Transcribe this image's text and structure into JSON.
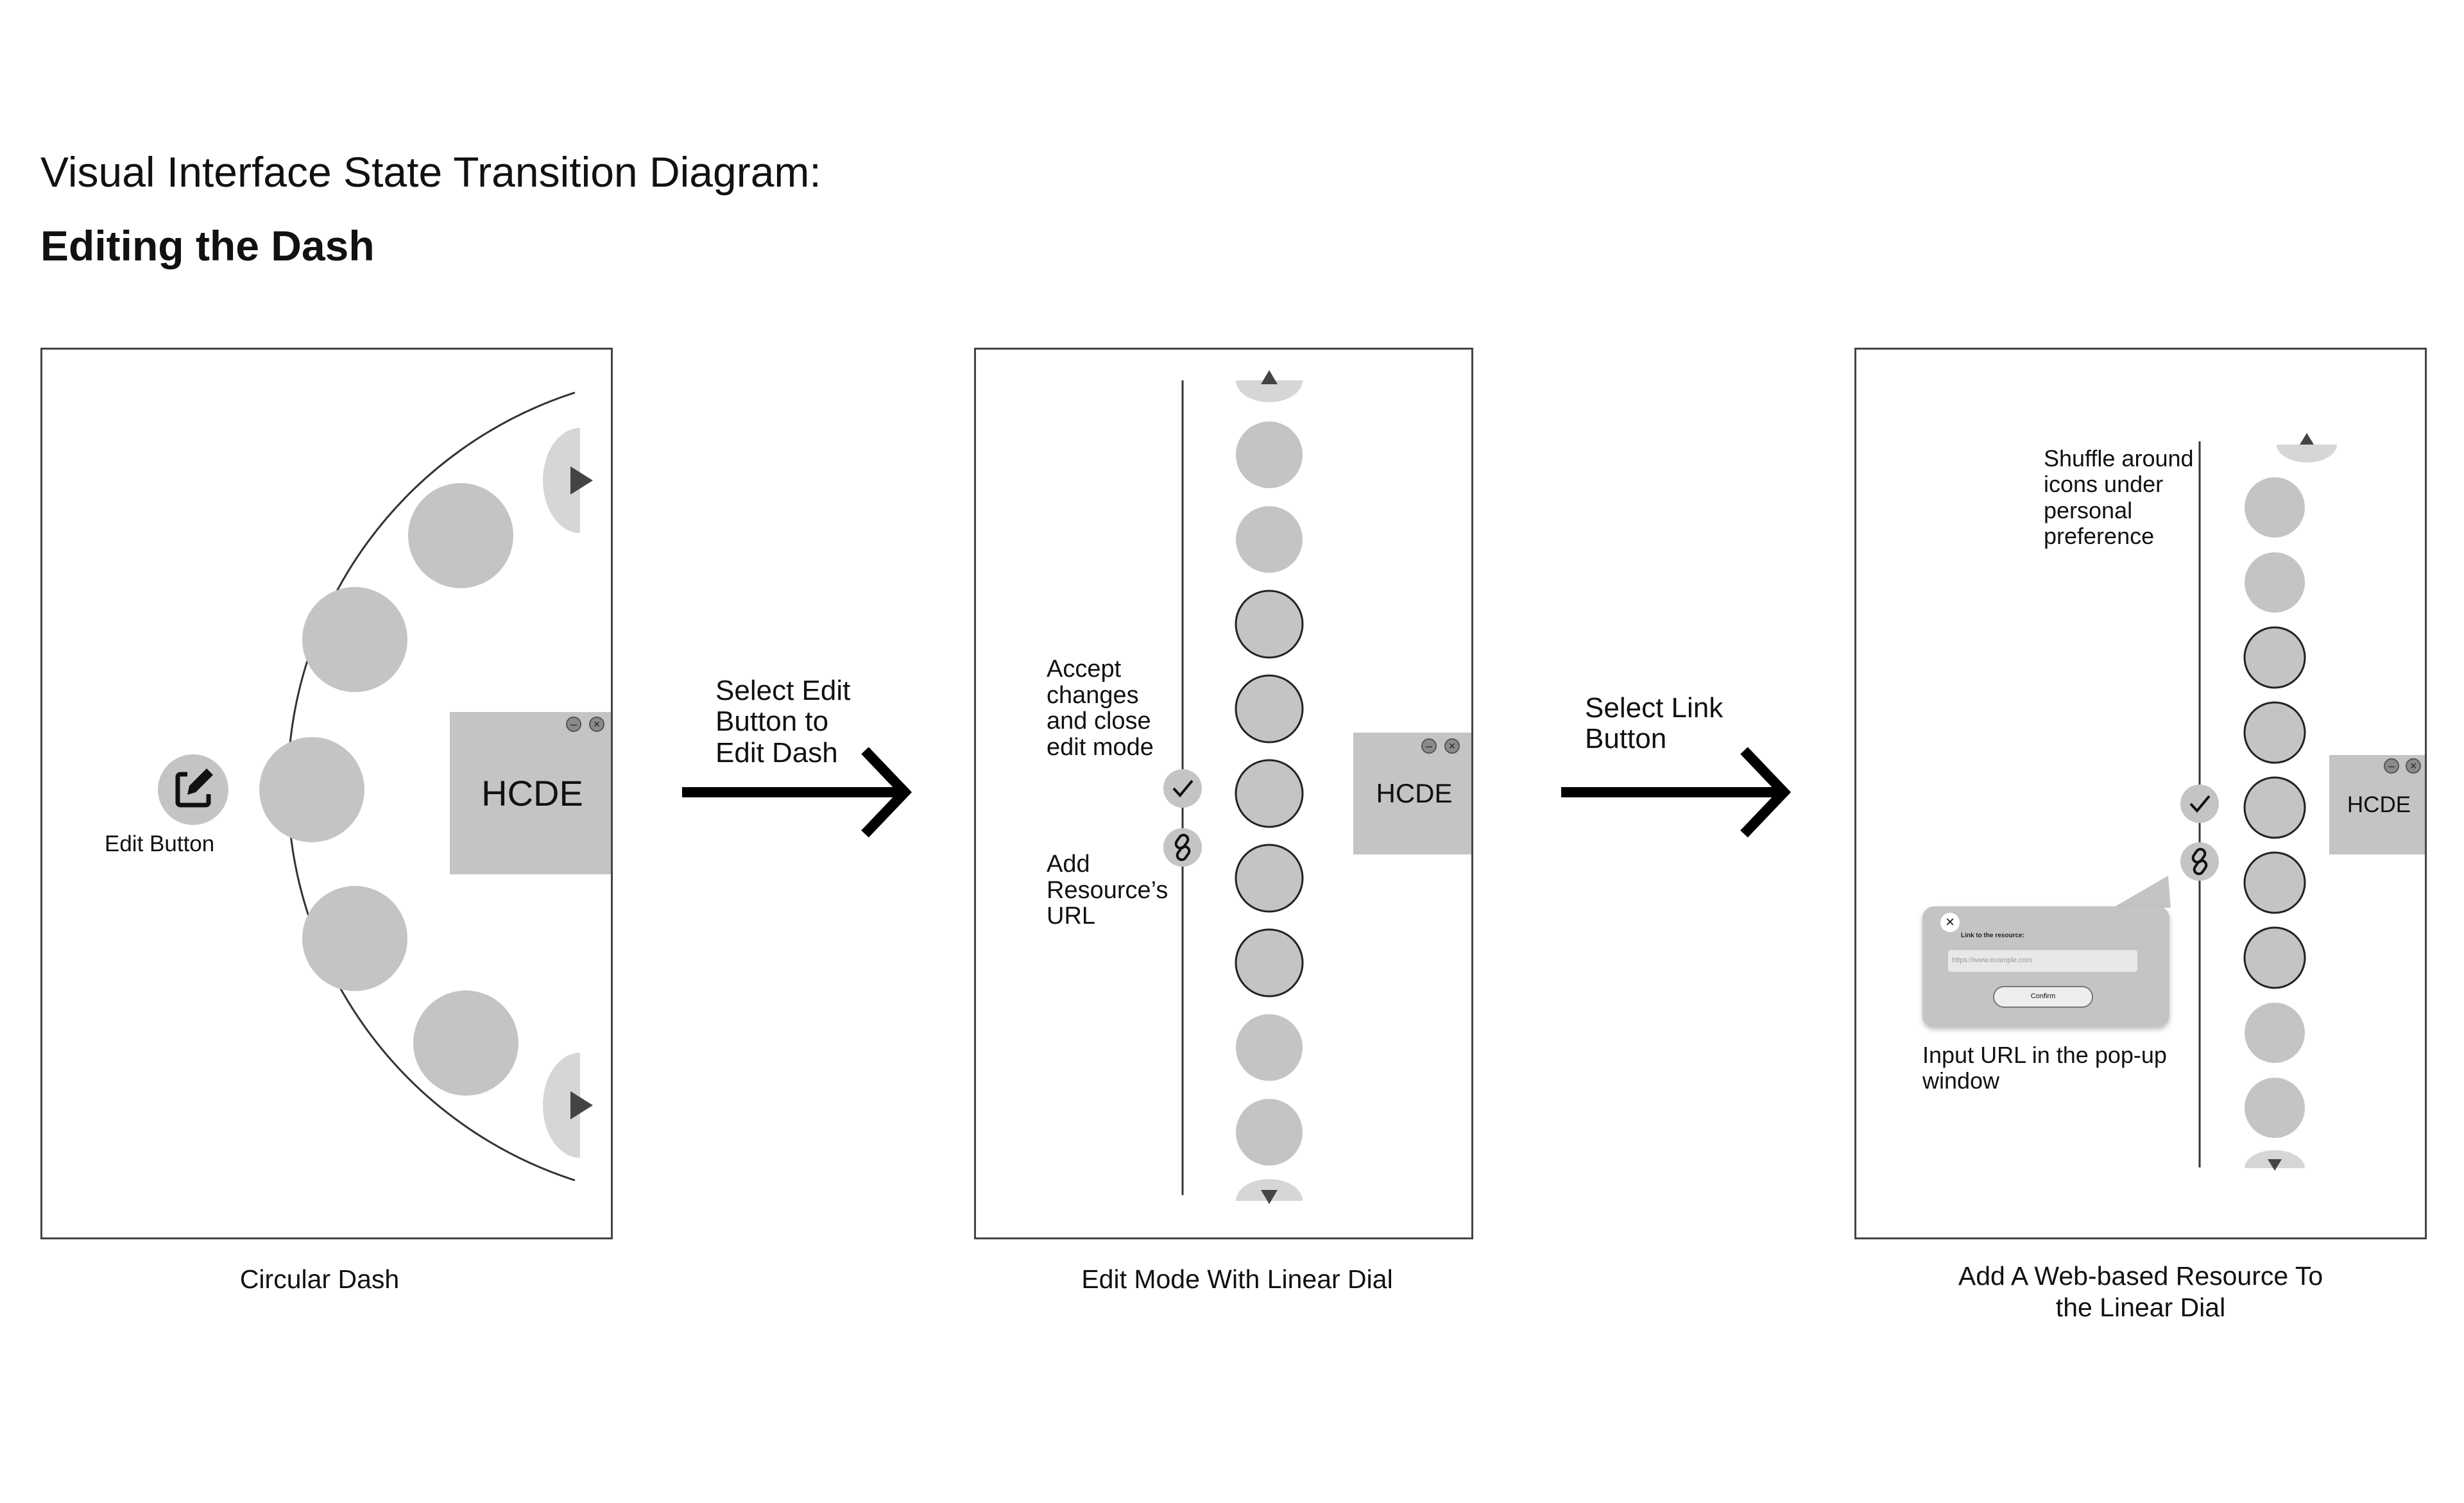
{
  "header": {
    "title": "Visual Interface State Transition Diagram:",
    "subtitle": "Editing the Dash"
  },
  "states": [
    {
      "caption": "Circular Dash",
      "hcde_label": "HCDE",
      "edit_button_label": "Edit Button"
    },
    {
      "caption": "Edit Mode With Linear Dial",
      "hcde_label": "HCDE",
      "accept_note": [
        "Accept",
        "changes",
        "and close",
        "edit mode"
      ],
      "link_note": [
        "Add",
        "Resource’s",
        "URL"
      ]
    },
    {
      "caption_lines": [
        "Add A Web-based Resource To",
        "the Linear Dial"
      ],
      "hcde_label": "HCDE",
      "shuffle_note": [
        "Shuffle around",
        "icons under",
        "personal",
        "preference"
      ],
      "popup_note": [
        "Input URL in the pop-up",
        "window"
      ],
      "popup": {
        "title": "Link to the resource:",
        "placeholder": "https://www.example.com",
        "confirm_label": "Confirm"
      }
    }
  ],
  "transitions": [
    {
      "label_lines": [
        "Select Edit",
        "Button to",
        "Edit Dash"
      ]
    },
    {
      "label_lines": [
        "Select Link",
        "Button"
      ]
    }
  ],
  "colors": {
    "circle_fill": "#c4c4c4",
    "panel_border": "#444444",
    "arrow": "#000000"
  },
  "icons": [
    "edit-icon",
    "checkmark-icon",
    "link-icon",
    "play-icon",
    "triangle-up-icon",
    "triangle-down-icon",
    "minimize-icon",
    "close-icon"
  ]
}
